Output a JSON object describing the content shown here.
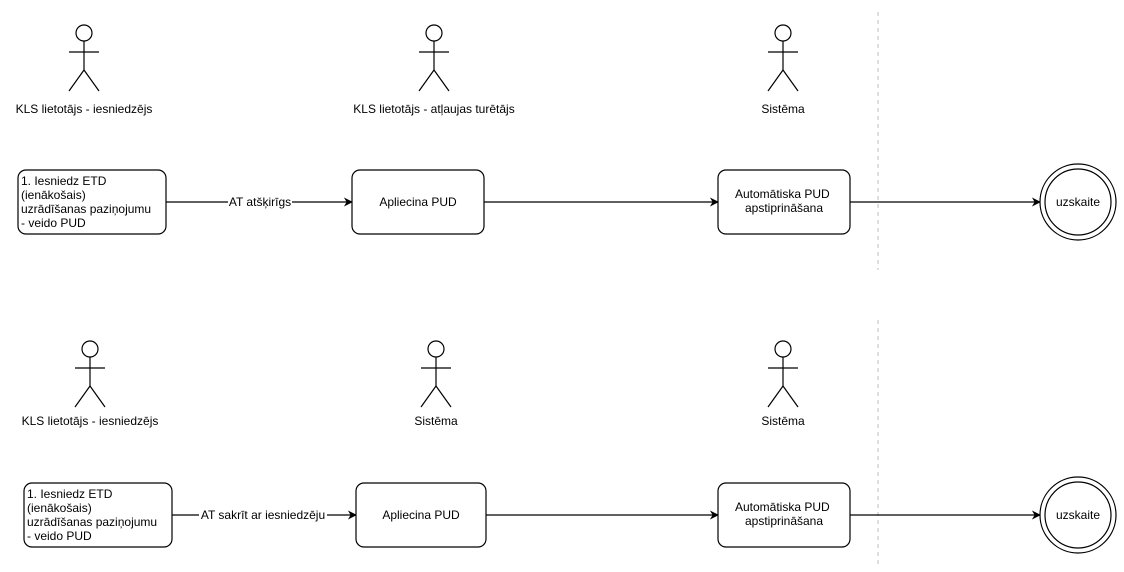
{
  "colors": {
    "stroke": "#000000",
    "fill": "#ffffff",
    "separator": "#bdbdbd"
  },
  "row1": {
    "actor1": "KLS lietotājs - iesniedzējs",
    "actor2": "KLS lietotājs - atļaujas turētājs",
    "actor3": "Sistēma",
    "start_lines": [
      "1. Iesniedz ETD",
      "(ienākošais)",
      "uzrādīšanas paziņojumu",
      "- veido PUD"
    ],
    "edge_label": "AT atšķirīgs",
    "step2": "Apliecina PUD",
    "step3_lines": [
      "Automātiska PUD",
      "apstiprināšana"
    ],
    "end": "uzskaite"
  },
  "row2": {
    "actor1": "KLS lietotājs - iesniedzējs",
    "actor2": "Sistēma",
    "actor3": "Sistēma",
    "start_lines": [
      "1. Iesniedz ETD",
      "(ienākošais)",
      "uzrādīšanas paziņojumu",
      "- veido PUD"
    ],
    "edge_label": "AT sakrīt ar iesniedzēju",
    "step2": "Apliecina PUD",
    "step3_lines": [
      "Automātiska PUD",
      "apstiprināšana"
    ],
    "end": "uzskaite"
  }
}
